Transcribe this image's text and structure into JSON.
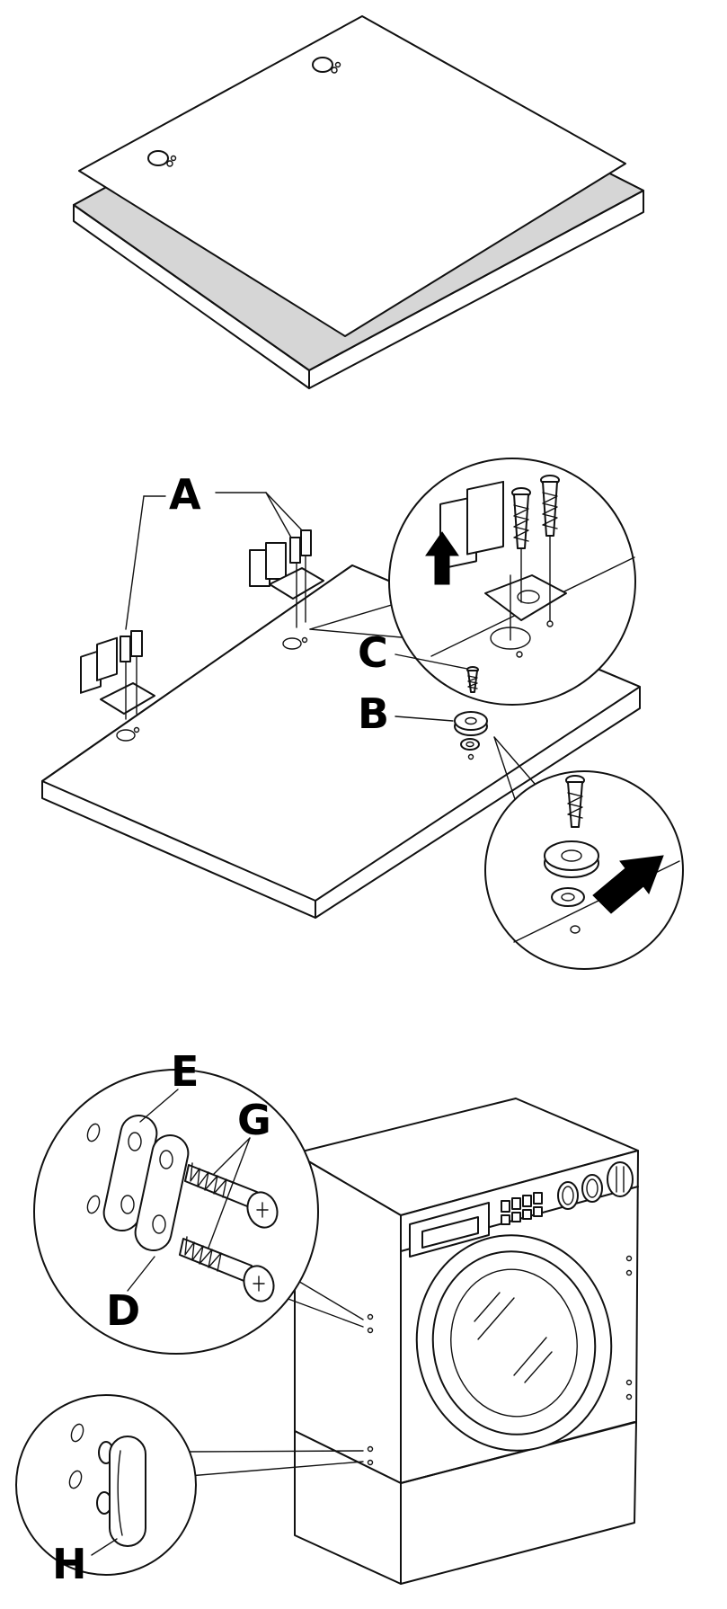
{
  "figure": {
    "labels": {
      "a": "A",
      "b": "B",
      "c": "C",
      "d": "D",
      "e": "E",
      "g": "G",
      "h": "H"
    },
    "colors": {
      "ink": "#111111",
      "panel_gray": "#d6d6d6",
      "background": "#ffffff"
    }
  }
}
